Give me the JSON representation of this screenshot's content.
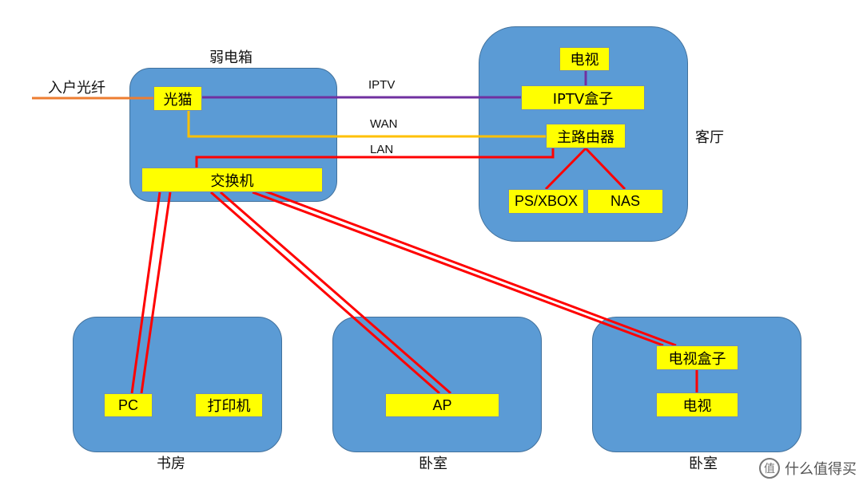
{
  "colors": {
    "room": "#5b9bd5",
    "box": "#ffff00",
    "iptv": "#7030a0",
    "wan": "#ffc000",
    "lan": "#ff0000",
    "fiber": "#ed7d31"
  },
  "labels": {
    "weak_box": "弱电箱",
    "fiber_in": "入户光纤",
    "living_room": "客厅",
    "study": "书房",
    "bedroom1": "卧室",
    "bedroom2": "卧室"
  },
  "links": {
    "iptv": "IPTV",
    "wan": "WAN",
    "lan": "LAN"
  },
  "devices": {
    "modem": "光猫",
    "switch": "交换机",
    "tv_living": "电视",
    "iptv_box": "IPTV盒子",
    "main_router": "主路由器",
    "console": "PS/XBOX",
    "nas": "NAS",
    "pc": "PC",
    "printer": "打印机",
    "ap": "AP",
    "tv_box": "电视盒子",
    "tv_bedroom": "电视"
  },
  "watermark": {
    "icon": "value-icon",
    "glyph": "值",
    "text": "什么值得买"
  }
}
